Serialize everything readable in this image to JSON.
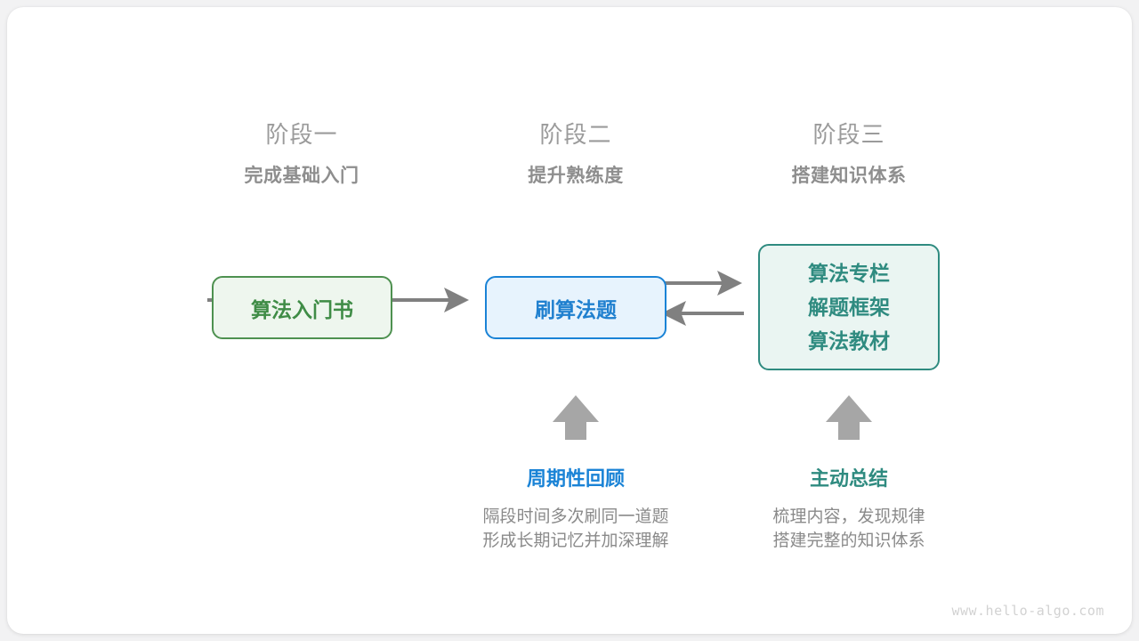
{
  "diagram": {
    "watermark": "www.hello-algo.com",
    "stages": [
      {
        "title": "阶段一",
        "subtitle": "完成基础入门"
      },
      {
        "title": "阶段二",
        "subtitle": "提升熟练度"
      },
      {
        "title": "阶段三",
        "subtitle": "搭建知识体系"
      }
    ],
    "nodes": [
      {
        "id": "book",
        "label": "算法入门书",
        "border_color": "#4e9150",
        "fill_color": "#eef6ee",
        "text_color": "#3f8c46"
      },
      {
        "id": "practice",
        "label": "刷算法题",
        "border_color": "#1a83d6",
        "fill_color": "#e7f3fd",
        "text_color": "#2080cf"
      },
      {
        "id": "system",
        "lines": [
          "算法专栏",
          "解题框架",
          "算法教材"
        ],
        "border_color": "#2f8b80",
        "fill_color": "#eaf5f2",
        "text_color": "#2f8b80"
      }
    ],
    "edges": [
      {
        "from": "book",
        "to": "practice",
        "direction": "right",
        "color": "#808080"
      },
      {
        "from": "practice",
        "to": "system",
        "direction": "right",
        "color": "#808080"
      },
      {
        "from": "system",
        "to": "practice",
        "direction": "left",
        "color": "#808080"
      }
    ],
    "notes": [
      {
        "id": "review",
        "title": "周期性回顾",
        "title_color": "#1a83d6",
        "desc_lines": [
          "隔段时间多次刷同一道题",
          "形成长期记忆并加深理解"
        ],
        "arrow": "up-arrow",
        "arrow_color": "#a6a6a6"
      },
      {
        "id": "summary",
        "title": "主动总结",
        "title_color": "#2f8b80",
        "desc_lines": [
          "梳理内容，发现规律",
          "搭建完整的知识体系"
        ],
        "arrow": "up-arrow",
        "arrow_color": "#a6a6a6"
      }
    ]
  }
}
